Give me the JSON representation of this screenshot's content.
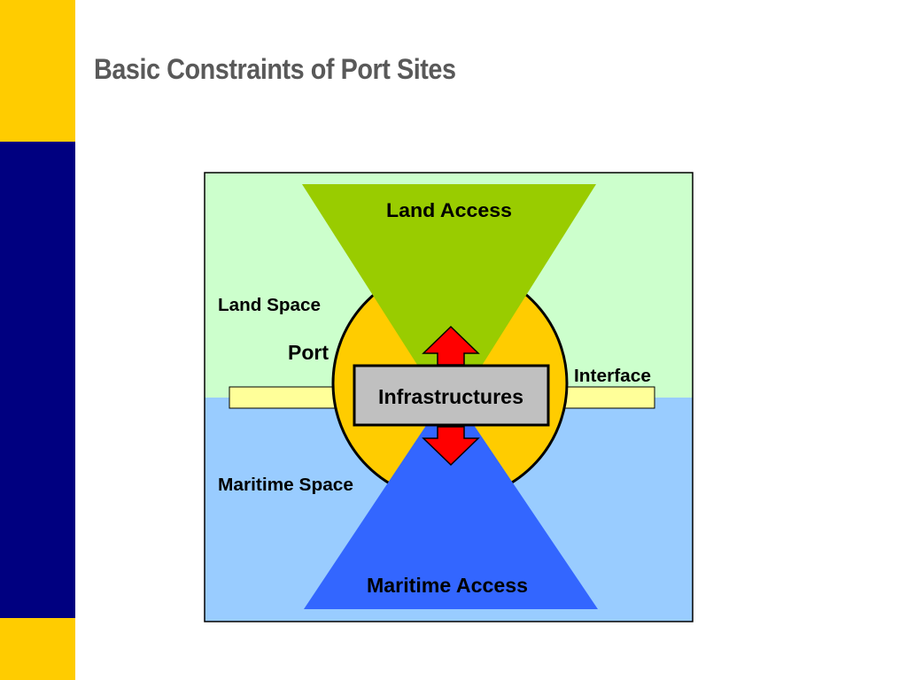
{
  "slide": {
    "title": "Basic Constraints of Port Sites"
  },
  "diagram": {
    "labels": {
      "land_access": "Land Access",
      "land_space": "Land Space",
      "port": "Port",
      "interface": "Interface",
      "infrastructures": "Infrastructures",
      "maritime_space": "Maritime Space",
      "maritime_access": "Maritime Access"
    }
  },
  "colors": {
    "band_yellow": "#FFCC00",
    "band_navy": "#000080",
    "title_gray": "#595959",
    "land_space": "#CCFFCC",
    "maritime_space": "#99CCFF",
    "land_access": "#99CC00",
    "maritime_access": "#3366FF",
    "port_circle": "#FFCC00",
    "interface_bar": "#FFFF99",
    "infrastructures_box": "#C0C0C0",
    "arrow": "#FF0000"
  }
}
